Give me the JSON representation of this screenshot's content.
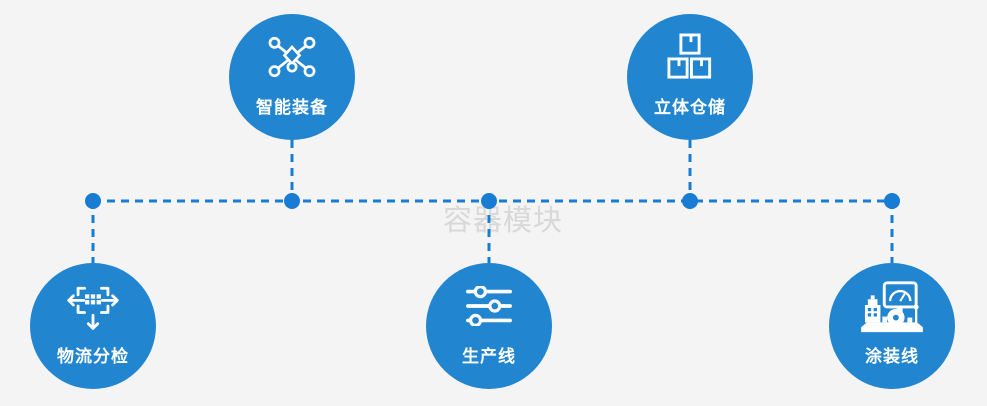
{
  "diagram": {
    "watermark": "容器模块",
    "nodes": [
      {
        "label": "智能装备",
        "icon": "network-nodes-icon",
        "position": "top-left"
      },
      {
        "label": "立体仓储",
        "icon": "stacked-boxes-icon",
        "position": "top-right"
      },
      {
        "label": "物流分检",
        "icon": "sort-dispatch-icon",
        "position": "bottom-left"
      },
      {
        "label": "生产线",
        "icon": "sliders-icon",
        "position": "bottom-center"
      },
      {
        "label": "涂装线",
        "icon": "coating-machine-icon",
        "position": "bottom-right"
      }
    ],
    "colors": {
      "background": "#f4f4f5",
      "node_fill": "#2285d0",
      "connector_blue": "#187bd4",
      "label_text": "#ffffff",
      "watermark_text": "#d8d8d8"
    }
  }
}
